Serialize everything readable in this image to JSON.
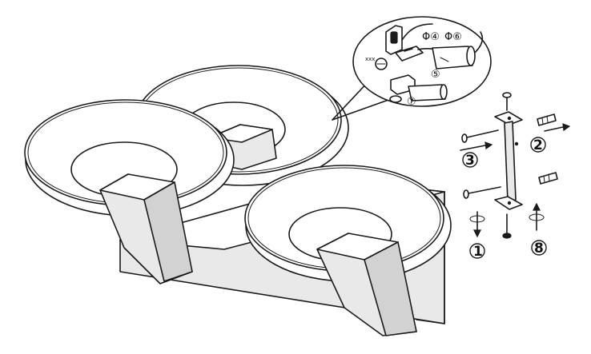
{
  "labels": {
    "phi_4": "Φ④",
    "phi_6": "Φ⑥",
    "step_5": "⑤",
    "step_7": "⑦",
    "step_1": "1",
    "step_2": "2",
    "step_3": "3",
    "step_8": "8",
    "mark_xxx": "xxx"
  }
}
